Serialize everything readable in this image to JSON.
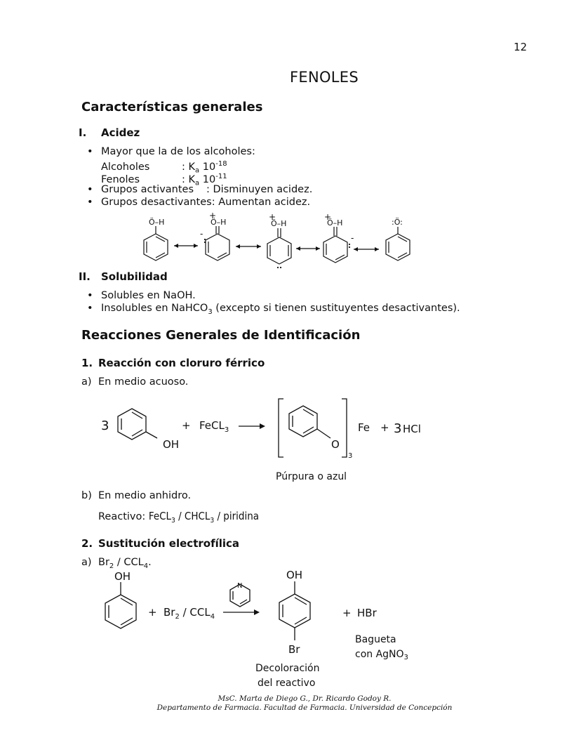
{
  "page_number": "12",
  "title": "FENOLES",
  "sec_general": "Características generales",
  "acidez": {
    "num": "I.",
    "title": "Acidez"
  },
  "bullets_acidez": {
    "b1": "Mayor que la de los alcoholes:",
    "alc_label": "Alcoholes",
    "alc_val": ": K",
    "alc_sub": "a",
    "alc_base": " 10",
    "alc_exp": "-18",
    "fen_label": "Fenoles",
    "fen_val": ": K",
    "fen_sub": "a",
    "fen_base": " 10",
    "fen_exp": "-11",
    "b2_label": "Grupos activantes",
    "b2_val": ": Disminuyen acidez.",
    "b3": "Grupos desactivantes: Aumentan acidez."
  },
  "resonance": {
    "oh": "Ö–H",
    "oo": ":Ö:",
    "plus": "+",
    "minus": "-"
  },
  "solubilidad": {
    "num": "II.",
    "title": "Solubilidad"
  },
  "bullets_sol": {
    "b1": "Solubles en NaOH.",
    "b2_pre": "Insolubles en NaHCO",
    "b2_sub": "3",
    "b2_post": " (excepto si tienen sustituyentes desactivantes)."
  },
  "sec_reacciones": "Reacciones Generales de Identificación",
  "r1": {
    "num": "1.",
    "title": "Reacción con cloruro férrico",
    "a_marker": "a)",
    "a_text": "En medio acuoso.",
    "eq_coef": "3",
    "eq_oh": "OH",
    "eq_plus": "+",
    "eq_reagent": "FeCL",
    "eq_reagent_sub": "3",
    "eq_o": "O",
    "eq_sub3": "3",
    "eq_fe": "Fe",
    "eq_plus2": "+",
    "eq_coef2": "3",
    "eq_hcl": "HCl",
    "eq_color": "Púrpura o azul",
    "b_marker": "b)",
    "b_text": "En medio anhidro.",
    "reactivo_label": "Reactivo:",
    "reactivo_a": "FeCL",
    "reactivo_a_sub": "3",
    "reactivo_sep1": " / CHCL",
    "reactivo_b_sub": "3",
    "reactivo_sep2": " / piridina"
  },
  "r2": {
    "num": "2.",
    "title": "Sustitución electrofílica",
    "a_marker": "a)",
    "a_pre": "Br",
    "a_sub1": "2",
    "a_mid": " / CCL",
    "a_sub2": "4",
    "a_post": ".",
    "eq_oh1": "OH",
    "eq_plus": "+",
    "eq_br2": "Br",
    "eq_br2_sub": "2",
    "eq_ccl": " / CCL",
    "eq_ccl_sub": "4",
    "eq_n": "N",
    "eq_oh2": "OH",
    "eq_br": "Br",
    "eq_plus2": "+",
    "eq_hbr": "HBr",
    "note1_l1": "Bagueta",
    "note1_l2": "con AgNO",
    "note1_sub": "3",
    "note2_l1": "Decoloración",
    "note2_l2": "del reactivo"
  },
  "footer": {
    "line1": "MsC.  Marta de Diego G.,  Dr. Ricardo Godoy R.",
    "line2": "Departamento de Farmacia. Facultad de Farmacia. Universidad de Concepción"
  }
}
